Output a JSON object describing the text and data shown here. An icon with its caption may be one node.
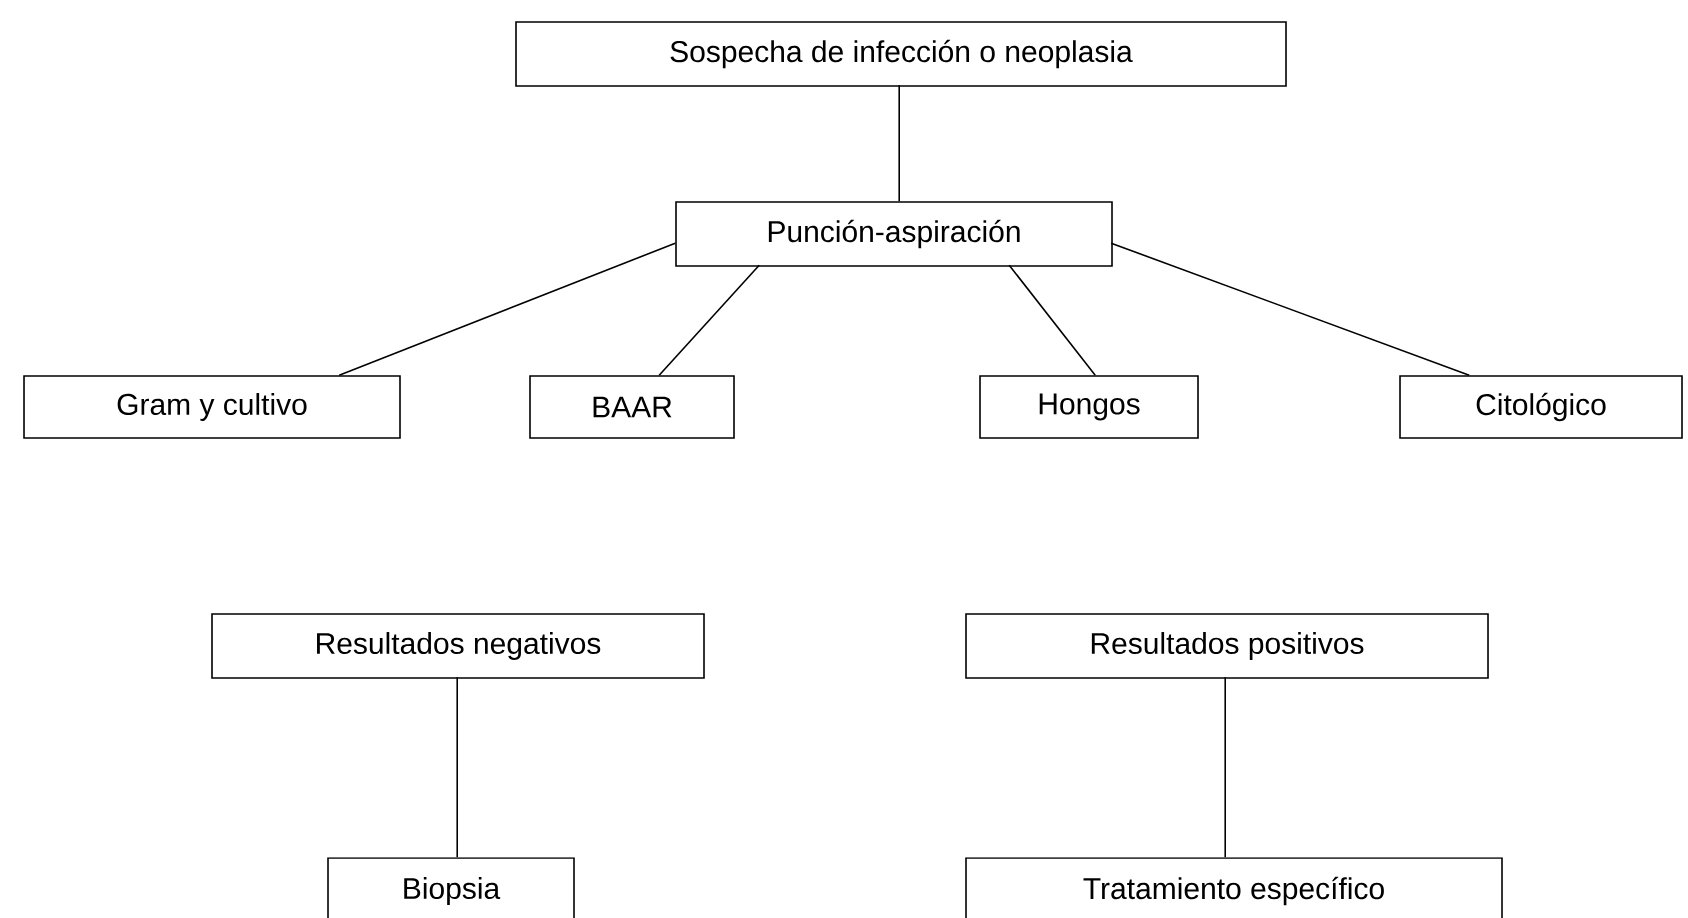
{
  "diagram": {
    "nodes": [
      {
        "text": [
          "Sospecha de infección o neoplasia"
        ]
      },
      {
        "text": [
          "Punción-aspiración"
        ]
      },
      {
        "text": [
          "Gram y cultivo"
        ]
      },
      {
        "text": [
          "BAAR"
        ]
      },
      {
        "text": [
          "Hongos"
        ]
      },
      {
        "text": [
          "Citológico"
        ]
      },
      {
        "text": [
          "Resultados negativos"
        ]
      },
      {
        "text": [
          "Resultados positivos"
        ]
      },
      {
        "text": [
          "Biopsia"
        ]
      },
      {
        "text": [
          "Tratamiento específico"
        ]
      }
    ],
    "edges": [
      {
        "from": 0,
        "to": 1,
        "arrow": "none"
      },
      {
        "from": 1,
        "to": 2,
        "arrow": "none"
      },
      {
        "from": 1,
        "to": 3,
        "arrow": "none"
      },
      {
        "from": 1,
        "to": 4,
        "arrow": "none"
      },
      {
        "from": 1,
        "to": 5,
        "arrow": "none"
      },
      {
        "from": 6,
        "to": 8,
        "arrow": "none"
      },
      {
        "from": 7,
        "to": 9,
        "arrow": "none"
      }
    ]
  }
}
